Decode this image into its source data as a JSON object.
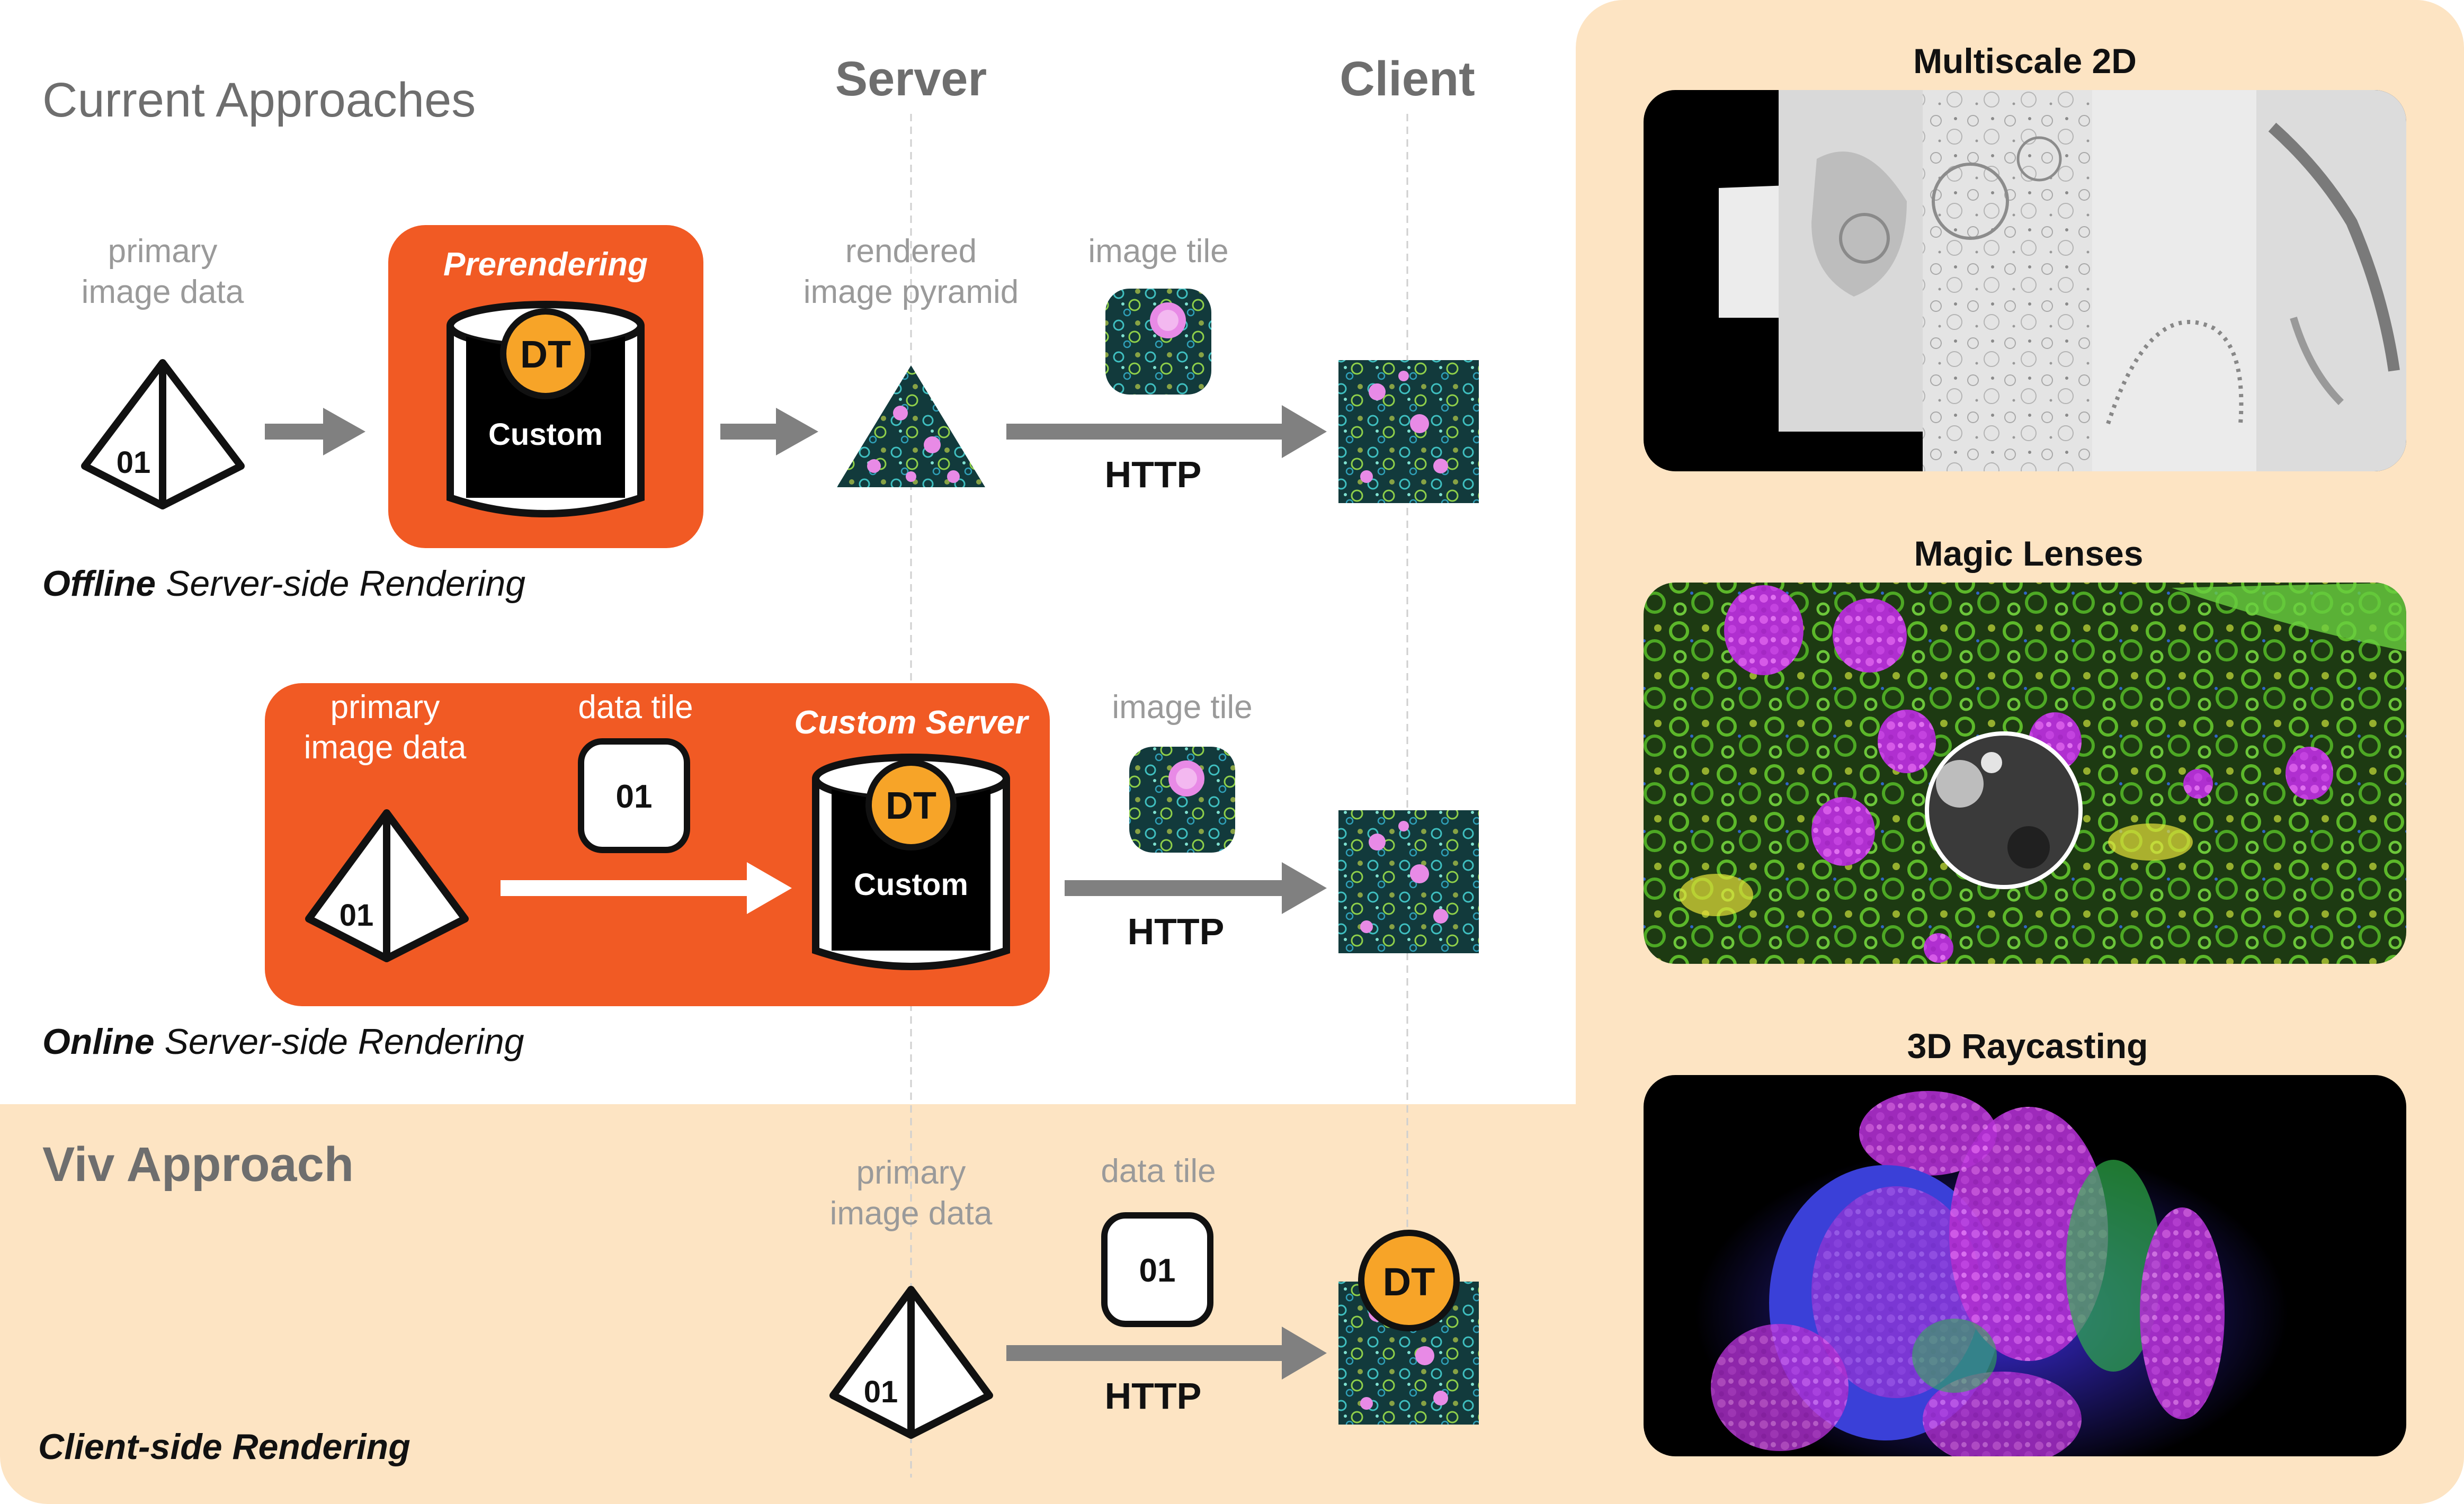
{
  "colors": {
    "orange": "#f15a24",
    "peach": "#fde4c3",
    "gray_text": "#6e6e6e",
    "light_text": "#9a9a9a",
    "dt_circle": "#f7a428",
    "arrow_gray": "#808080"
  },
  "current": {
    "heading": "Current Approaches",
    "server": "Server",
    "client": "Client",
    "offline": {
      "primary_label": [
        "primary",
        "image data"
      ],
      "box_title": "Prerendering",
      "dt": "DT",
      "custom": "Custom",
      "rendered_label": [
        "rendered",
        "image pyramid"
      ],
      "image_tile_label": "image tile",
      "http": "HTTP",
      "caption_bold": "Offline",
      "caption_rest": " Server-side Rendering",
      "pyramid_text": "01"
    },
    "online": {
      "primary_label": [
        "primary",
        "image data"
      ],
      "data_tile_label": "data tile",
      "data_tile_value": "01",
      "box_title": "Custom Server",
      "dt": "DT",
      "custom": "Custom",
      "image_tile_label": "image tile",
      "http": "HTTP",
      "caption_bold": "Online",
      "caption_rest": " Server-side Rendering",
      "pyramid_text": "01"
    }
  },
  "viv": {
    "heading": "Viv Approach",
    "primary_label": [
      "primary",
      "image data"
    ],
    "data_tile_label": "data tile",
    "data_tile_value": "01",
    "http": "HTTP",
    "dt": "DT",
    "caption": "Client-side Rendering",
    "pyramid_text": "01"
  },
  "panels": {
    "multiscale": "Multiscale 2D",
    "magic": "Magic Lenses",
    "raycast": "3D Raycasting"
  }
}
